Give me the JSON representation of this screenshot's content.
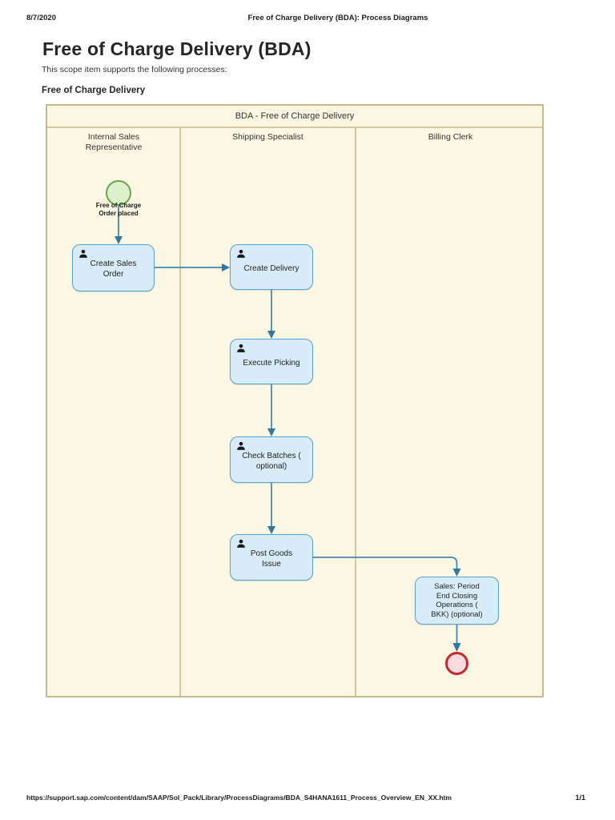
{
  "page_header": {
    "date": "8/7/2020",
    "title": "Free of Charge Delivery (BDA): Process Diagrams"
  },
  "document": {
    "title": "Free of Charge Delivery (BDA)",
    "intro": "This scope item supports the following processes:",
    "section_title": "Free of Charge Delivery"
  },
  "diagram": {
    "title": "BDA - Free of Charge Delivery",
    "lanes": [
      {
        "label": "Internal Sales\nRepresentative"
      },
      {
        "label": "Shipping Specialist"
      },
      {
        "label": "Billing Clerk"
      }
    ],
    "start_event": {
      "type": "start",
      "label": "Free of Charge\nOrder placed"
    },
    "end_event": {
      "type": "end",
      "label": ""
    },
    "nodes": [
      {
        "id": "create-sales-order",
        "label": "Create Sales\nOrder",
        "lane": "Internal Sales Representative",
        "icon": "person-icon"
      },
      {
        "id": "create-delivery",
        "label": "Create Delivery",
        "lane": "Shipping Specialist",
        "icon": "person-icon"
      },
      {
        "id": "execute-picking",
        "label": "Execute Picking",
        "lane": "Shipping Specialist",
        "icon": "person-icon"
      },
      {
        "id": "check-batches",
        "label": "Check Batches (\noptional)",
        "lane": "Shipping Specialist",
        "icon": "person-icon"
      },
      {
        "id": "post-goods-issue",
        "label": "Post Goods\nIssue",
        "lane": "Shipping Specialist",
        "icon": "person-icon"
      },
      {
        "id": "sales-period-end",
        "label": "Sales: Period\nEnd Closing\nOperations (\nBKK) (optional)",
        "lane": "Billing Clerk",
        "icon": null
      }
    ],
    "edges": [
      {
        "from": "start-event",
        "to": "create-sales-order"
      },
      {
        "from": "create-sales-order",
        "to": "create-delivery"
      },
      {
        "from": "create-delivery",
        "to": "execute-picking"
      },
      {
        "from": "execute-picking",
        "to": "check-batches"
      },
      {
        "from": "check-batches",
        "to": "post-goods-issue"
      },
      {
        "from": "post-goods-issue",
        "to": "sales-period-end"
      },
      {
        "from": "sales-period-end",
        "to": "end-event"
      }
    ],
    "colors": {
      "canvas_bg": "#FCF7E2",
      "frame_border": "#C9B88C",
      "task_fill": "#D7EBF8",
      "task_border": "#55A3CF",
      "start_fill": "#DCF0CC",
      "start_border": "#6CA54C",
      "end_fill": "#F9DADF",
      "end_border": "#C42A2A",
      "connector": "#4389B4"
    }
  },
  "page_footer": {
    "url": "https://support.sap.com/content/dam/SAAP/Sol_Pack/Library/ProcessDiagrams/BDA_S4HANA1611_Process_Overview_EN_XX.htm",
    "page_number": "1/1"
  }
}
